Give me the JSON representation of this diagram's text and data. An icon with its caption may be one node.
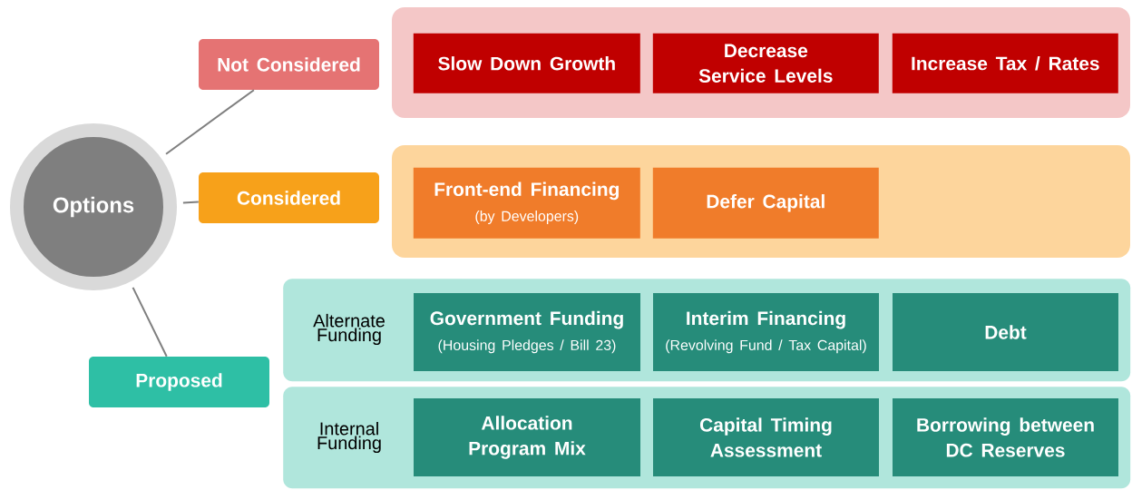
{
  "diagram": {
    "nodes": [
      {
        "text": [
          "Options"
        ]
      },
      {
        "text": [
          "Not Considered"
        ]
      },
      {
        "text": [
          "Considered"
        ]
      },
      {
        "text": [
          "Proposed"
        ]
      },
      {
        "text": [],
        "shape": "box"
      },
      {
        "text": [
          "Slow Down Growth"
        ],
        "in": 4
      },
      {
        "text": [
          "Decrease Service Levels"
        ],
        "in": 4
      },
      {
        "text": [
          "Increase Tax / Rates"
        ],
        "in": 4
      },
      {
        "text": [],
        "shape": "box"
      },
      {
        "text": [
          "Front-end Financing",
          "(by Developers)"
        ],
        "in": 8
      },
      {
        "text": [
          "Defer Capital"
        ],
        "in": 8
      },
      {
        "text": [
          "Alternate Funding"
        ]
      },
      {
        "text": [
          "Government Funding",
          "(Housing Pledges / Bill 23)"
        ],
        "in": 11
      },
      {
        "text": [
          "Interim Financing",
          "(Revolving Fund / Tax Capital)"
        ],
        "in": 11
      },
      {
        "text": [
          "Debt"
        ],
        "in": 11
      },
      {
        "text": [
          "Internal Funding"
        ]
      },
      {
        "text": [
          "Allocation Program Mix"
        ],
        "in": 15
      },
      {
        "text": [
          "Capital Timing Assessment"
        ],
        "in": 15
      },
      {
        "text": [
          "Borrowing between DC Reserves"
        ],
        "in": 15
      }
    ],
    "edges": [
      {
        "from": 0,
        "to": 1,
        "arrow": "none"
      },
      {
        "from": 0,
        "to": 2,
        "arrow": "none"
      },
      {
        "from": 0,
        "to": 3,
        "arrow": "none"
      }
    ]
  }
}
